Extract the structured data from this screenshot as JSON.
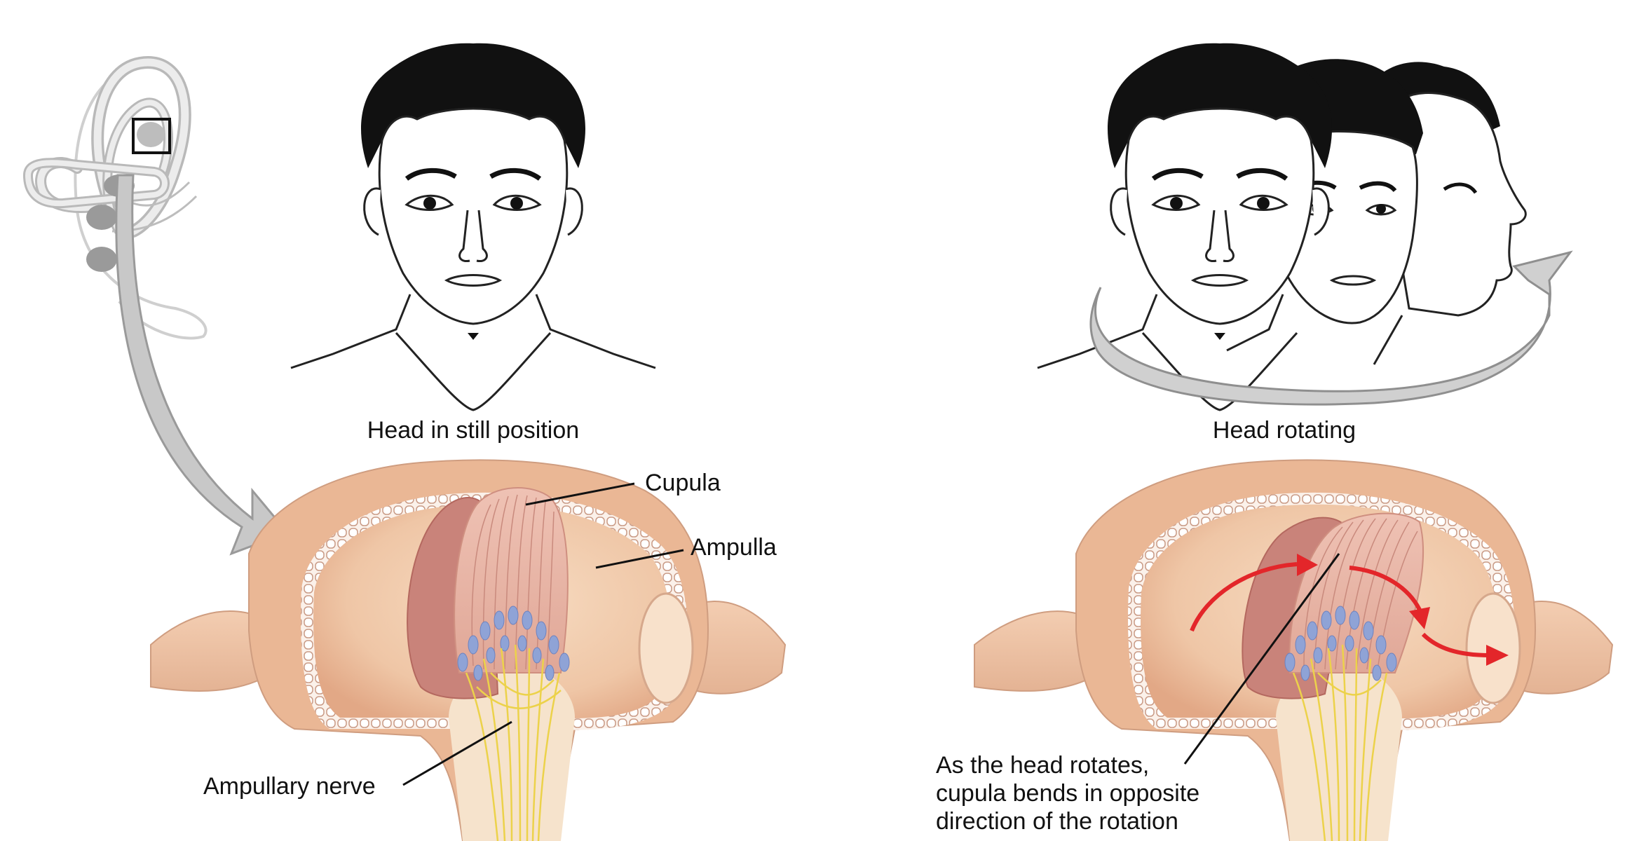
{
  "labels": {
    "still": "Head in still position",
    "rotating": "Head rotating",
    "cupula": "Cupula",
    "ampulla": "Ampulla",
    "ampullary_nerve": "Ampullary nerve",
    "rotation_note_1": "As the head rotates,",
    "rotation_note_2": "cupula bends in opposite",
    "rotation_note_3": "direction of the rotation"
  },
  "colors": {
    "ampulla_fill": "#e9b894",
    "ampulla_light": "#f6d7b8",
    "ampulla_edge": "#c98e70",
    "cupula_dark": "#c9857a",
    "cupula_fill": "#e8b6a8",
    "hair_cell": "#8fa3d6",
    "nerve_fiber": "#ecd24a",
    "arrow_gray": "#c4c4c4",
    "arrow_red": "#e3262a",
    "hair": "#111111",
    "skin_line": "#222222"
  },
  "icons": {
    "inner_ear": "inner-ear-icon",
    "head_still": "head-front-icon",
    "head_rotating": "head-rotating-icon"
  }
}
